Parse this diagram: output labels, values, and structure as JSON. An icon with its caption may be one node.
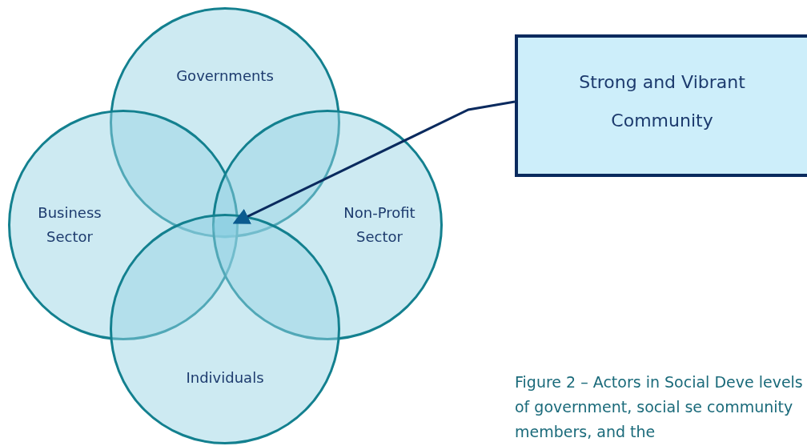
{
  "diagram": {
    "caption": "Figure 2 – Actors in Social Deve levels of government, social se community members, and the",
    "nodes": [
      {
        "text": [
          "Governments"
        ]
      },
      {
        "text": [
          "Business Sector"
        ]
      },
      {
        "text": [
          "Non-Profit Sector"
        ]
      },
      {
        "text": [
          "Individuals"
        ]
      },
      {
        "text": [
          "Strong and Vibrant Community"
        ]
      },
      {
        "text": [],
        "shape": "lens"
      }
    ],
    "edges": [
      {
        "from": 4,
        "to": 5,
        "arrow": "to"
      }
    ]
  }
}
